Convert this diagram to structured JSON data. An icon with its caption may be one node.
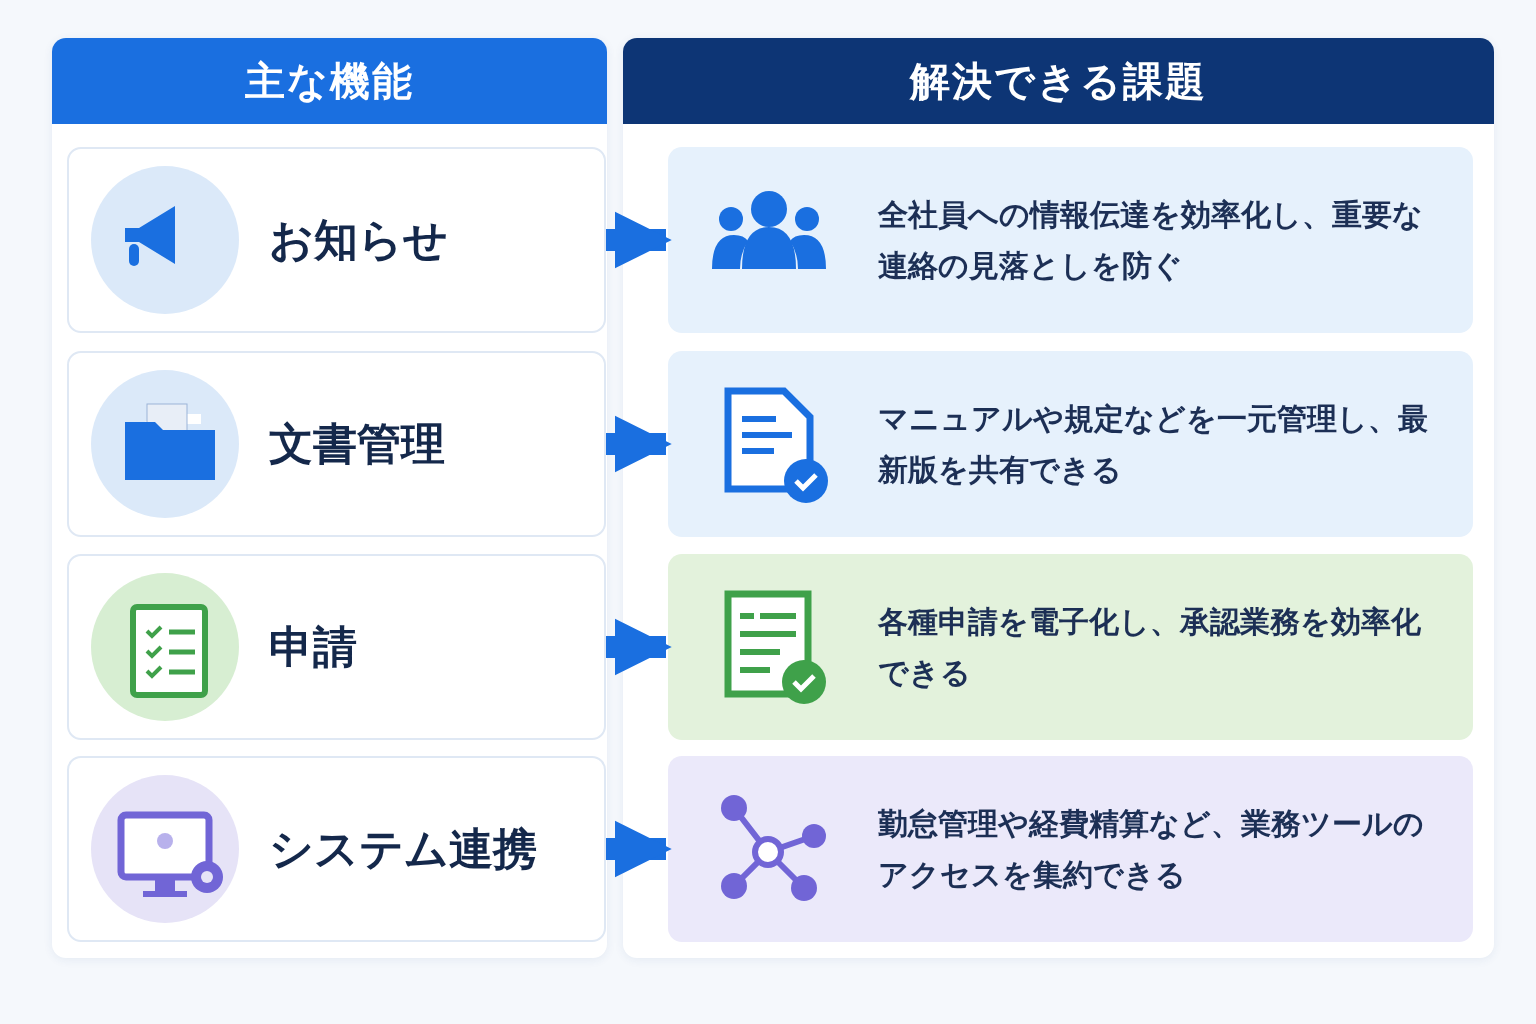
{
  "diagram": {
    "nodes": [
      {
        "text": [
          "主な機能"
        ]
      },
      {
        "text": [
          "お知らせ"
        ],
        "in": 0
      },
      {
        "text": [
          "文書管理"
        ],
        "in": 0
      },
      {
        "text": [
          "申請"
        ],
        "in": 0
      },
      {
        "text": [
          "システム連携"
        ],
        "in": 0
      },
      {
        "text": [
          "解決できる課題"
        ]
      },
      {
        "text": [
          "全社員への情報伝達を効率化し、重要な連絡の見落としを防ぐ"
        ],
        "in": 5
      },
      {
        "text": [
          "マニュアルや規定などを一元管理し、最新版を共有できる"
        ],
        "in": 5
      },
      {
        "text": [
          "各種申請を電子化し、承認業務を効率化できる"
        ],
        "in": 5
      },
      {
        "text": [
          "勤怠管理や経費精算など、業務ツールのアクセスを集約できる"
        ],
        "in": 5
      }
    ],
    "edges": [
      {
        "from": 1,
        "to": 6,
        "arrow": "to"
      },
      {
        "from": 2,
        "to": 7,
        "arrow": "to"
      },
      {
        "from": 3,
        "to": 8,
        "arrow": "to"
      },
      {
        "from": 4,
        "to": 9,
        "arrow": "to"
      }
    ]
  }
}
